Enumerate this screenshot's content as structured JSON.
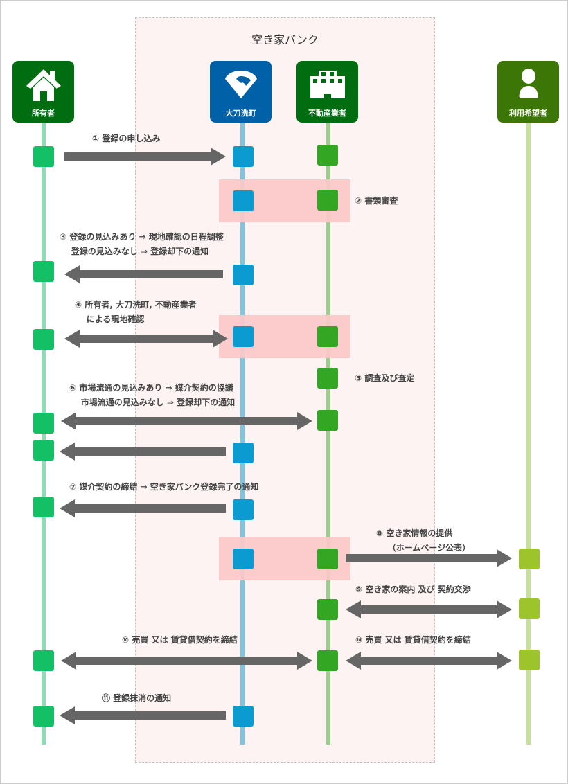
{
  "title": "空き家バンク",
  "actors": [
    {
      "id": "owner",
      "label": "所有者",
      "icon": "house-icon",
      "color": "#006d10"
    },
    {
      "id": "town",
      "label": "大刀洗町",
      "icon": "town-emblem-icon",
      "color": "#0060a8"
    },
    {
      "id": "realtor",
      "label": "不動産業者",
      "icon": "building-icon",
      "color": "#006d10"
    },
    {
      "id": "user",
      "label": "利用希望者",
      "icon": "person-icon",
      "color": "#3b7606"
    }
  ],
  "colors": {
    "lifeline_owner": "#8fdbb5",
    "lifeline_town": "#7ec5e0",
    "lifeline_realtor": "#9ccf8e",
    "lifeline_user": "#c8e09b",
    "arrow": "#666666",
    "highlight": "#fcc9c9",
    "zone_bg": "#fcf3f2"
  },
  "steps": {
    "s1": "① 登録の申し込み",
    "s2": "② 書類審査",
    "s3": "③ 登録の見込みあり ⇒ 現地確認の日程調整\n    登録の見込みなし ⇒ 登録却下の通知",
    "s4": "④ 所有者, 大刀洗町, 不動産業者\n    による現地確認",
    "s5": "⑤ 調査及び査定",
    "s6": "⑥ 市場流通の見込みあり ⇒ 媒介契約の協議\n    市場流通の見込みなし ⇒ 登録却下の通知",
    "s7": "⑦ 媒介契約の締結 ⇒ 空き家バンク登録完了の通知",
    "s8": "⑧ 空き家情報の提供\n    （ホームページ公表）",
    "s9": "⑨ 空き家の案内 及び 契約交渉",
    "s10a": "⑩ 売買 又は 賃貸借契約を締結",
    "s10b": "⑩ 売買 又は 賃貸借契約を締結",
    "s11": "⑪ 登録抹消の通知"
  }
}
